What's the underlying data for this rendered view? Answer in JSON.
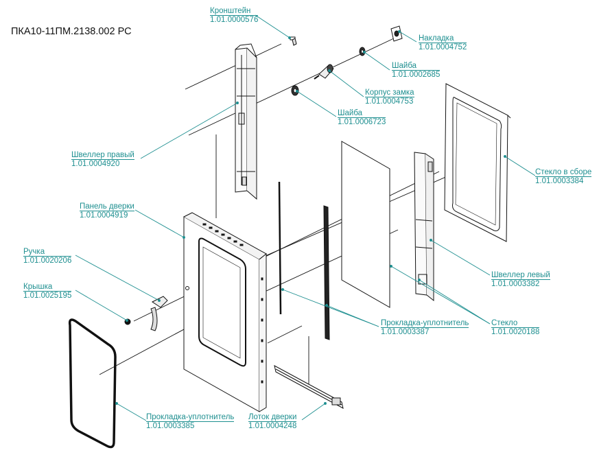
{
  "document": {
    "code": "ПКА10-11ПМ.2138.002 РС"
  },
  "colors": {
    "callout": "#1e8f90",
    "line": "#111111"
  },
  "parts": [
    {
      "name": "Кронштейн",
      "code": "1.01.0000576"
    },
    {
      "name": "Накладка",
      "code": "1.01.0004752"
    },
    {
      "name": "Шайба",
      "code": "1.01.0002685"
    },
    {
      "name": "Корпус замка",
      "code": "1.01.0004753"
    },
    {
      "name": "Шайба",
      "code": "1.01.0006723"
    },
    {
      "name": "Швеллер правый",
      "code": "1.01.0004920"
    },
    {
      "name": "Стекло в сборе",
      "code": "1.01.0003384"
    },
    {
      "name": "Панель дверки",
      "code": "1.01.0004919"
    },
    {
      "name": "Ручка",
      "code": "1.01.0020206"
    },
    {
      "name": "Крышка",
      "code": "1.01.0025195"
    },
    {
      "name": "Швеллер левый",
      "code": "1.01.0003382"
    },
    {
      "name": "Прокладка-уплотнитель",
      "code": "1.01.0003387"
    },
    {
      "name": "Стекло",
      "code": "1.01.0020188"
    },
    {
      "name": "Прокладка-уплотнитель",
      "code": "1.01.0003385"
    },
    {
      "name": "Лоток дверки",
      "code": "1.01.0004248"
    }
  ]
}
